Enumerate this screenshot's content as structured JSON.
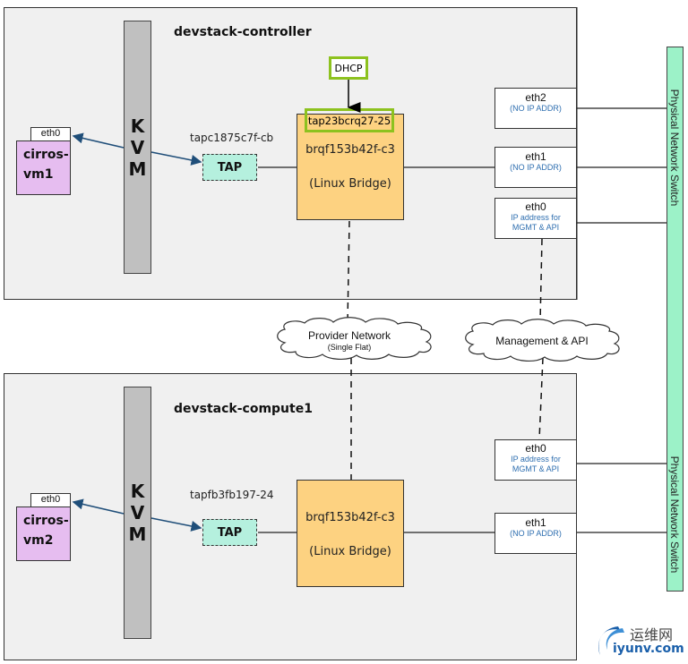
{
  "diagram": {
    "hosts": [
      {
        "title": "devstack-controller",
        "hypervisor": [
          "K",
          "V",
          "M"
        ],
        "vm": {
          "name_line1": "cirros-",
          "name_line2": "vm1",
          "nic": "eth0"
        },
        "tap": {
          "label": "TAP",
          "name": "tapc1875c7f-cb"
        },
        "bridge": {
          "name": "brqf153b42f-c3",
          "type": "(Linux Bridge)",
          "dhcp_port": "tap23bcrq27-25"
        },
        "dhcp": "DHCP",
        "nics": [
          {
            "name": "eth2",
            "desc": "(NO IP ADDR)"
          },
          {
            "name": "eth1",
            "desc": "(NO IP ADDR)"
          },
          {
            "name": "eth0",
            "desc_line1": "IP address for",
            "desc_line2": "MGMT & API"
          }
        ]
      },
      {
        "title": "devstack-compute1",
        "hypervisor": [
          "K",
          "V",
          "M"
        ],
        "vm": {
          "name_line1": "cirros-",
          "name_line2": "vm2",
          "nic": "eth0"
        },
        "tap": {
          "label": "TAP",
          "name": "tapfb3fb197-24"
        },
        "bridge": {
          "name": "brqf153b42f-c3",
          "type": "(Linux Bridge)"
        },
        "nics": [
          {
            "name": "eth0",
            "desc_line1": "IP address for",
            "desc_line2": "MGMT & API"
          },
          {
            "name": "eth1",
            "desc": "(NO IP ADDR)"
          }
        ]
      }
    ],
    "networks": [
      {
        "name": "Provider Network",
        "sub": "(Single Flat)"
      },
      {
        "name": "Management & API"
      }
    ],
    "switches": [
      {
        "label": "Physical Network Switch"
      },
      {
        "label": "Physical Network Switch"
      }
    ],
    "watermark": {
      "cn": "运维网",
      "en": "iyunv.com"
    },
    "colors": {
      "highlight": "#8dc21f",
      "vm": "#e6bdf0",
      "tap": "#b5f0de",
      "bridge": "#fdd281",
      "switch": "#9cf2c8",
      "nic_desc": "#2f6fb0",
      "link_arrow": "#1f4e79"
    }
  }
}
